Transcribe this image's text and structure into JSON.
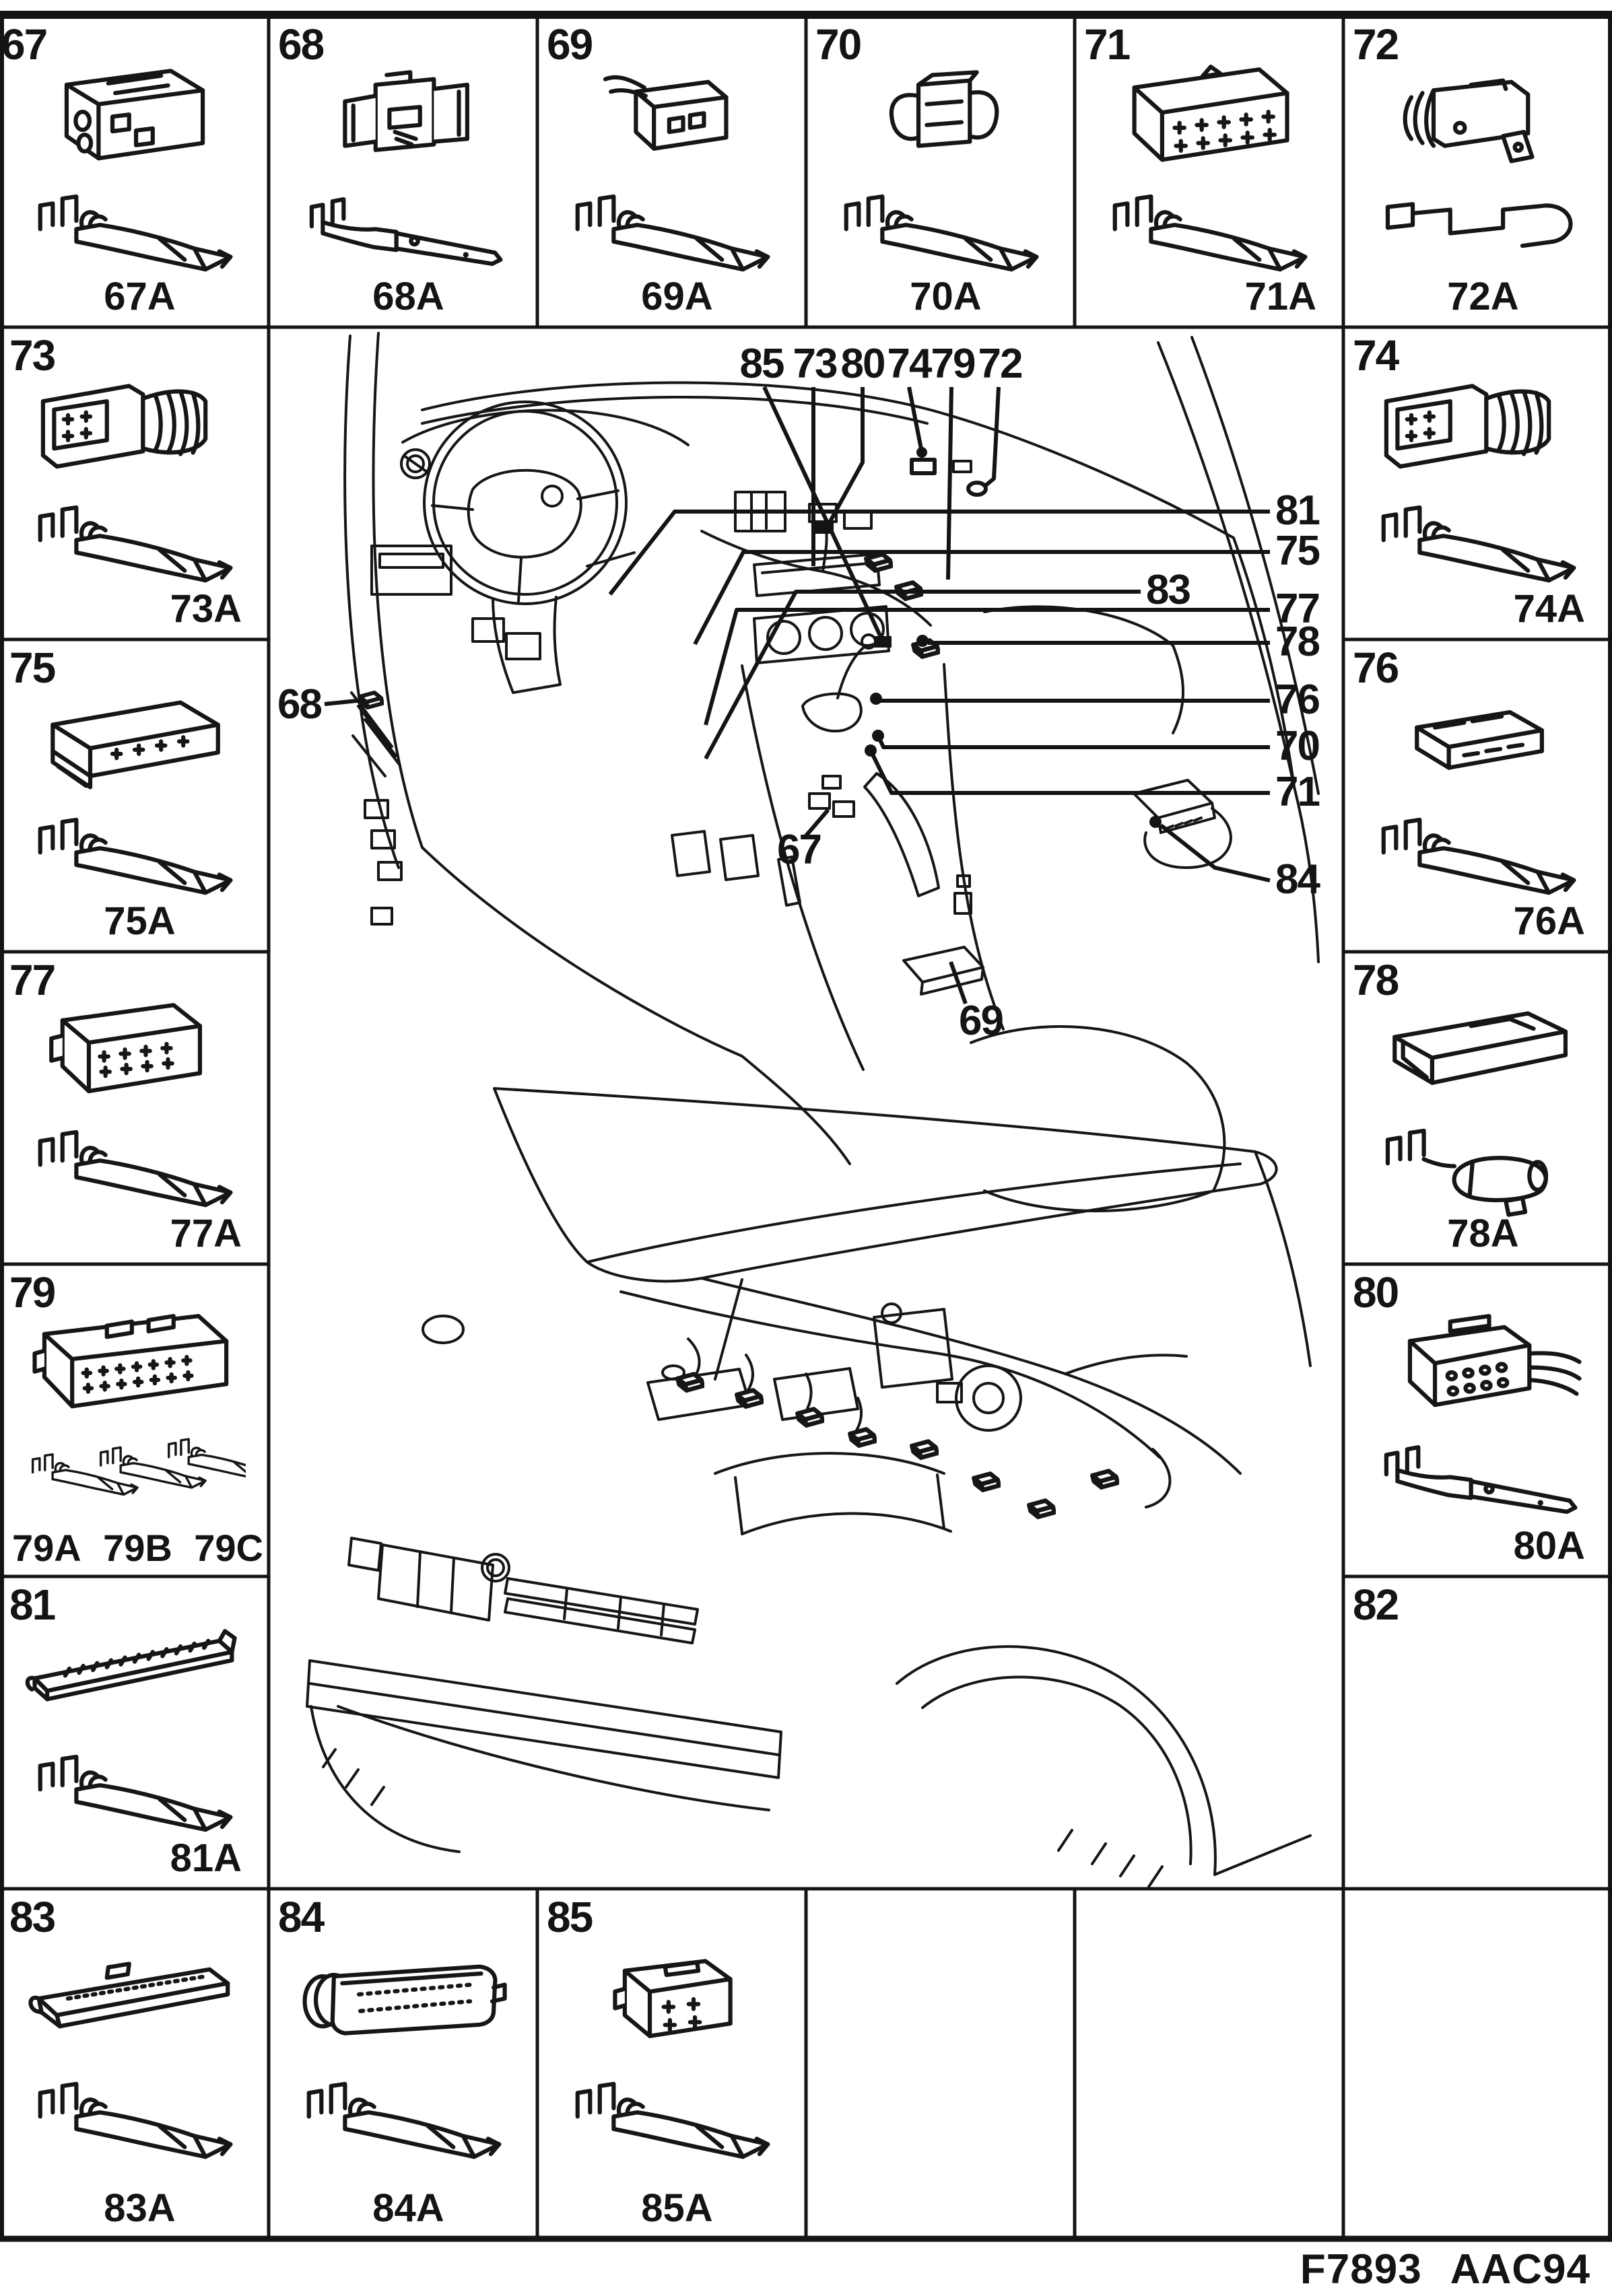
{
  "page": {
    "footer_left": "F7893",
    "footer_right": "AAC94"
  },
  "cells": {
    "c67": {
      "num": "67",
      "term": "67A"
    },
    "c68": {
      "num": "68",
      "term": "68A"
    },
    "c69": {
      "num": "69",
      "term": "69A"
    },
    "c70": {
      "num": "70",
      "term": "70A"
    },
    "c71": {
      "num": "71",
      "term": "71A"
    },
    "c72": {
      "num": "72",
      "term": "72A"
    },
    "c73": {
      "num": "73",
      "term": "73A"
    },
    "c74": {
      "num": "74",
      "term": "74A"
    },
    "c75": {
      "num": "75",
      "term": "75A"
    },
    "c76": {
      "num": "76",
      "term": "76A"
    },
    "c77": {
      "num": "77",
      "term": "77A"
    },
    "c78": {
      "num": "78",
      "term": "78A"
    },
    "c79": {
      "num": "79",
      "terms": [
        "79A",
        "79B",
        "79C"
      ]
    },
    "c80": {
      "num": "80",
      "term": "80A"
    },
    "c81": {
      "num": "81",
      "term": "81A"
    },
    "c82": {
      "num": "82"
    },
    "c83": {
      "num": "83",
      "term": "83A"
    },
    "c84": {
      "num": "84",
      "term": "84A"
    },
    "c85": {
      "num": "85",
      "term": "85A"
    }
  },
  "diagram": {
    "top": [
      "85",
      "73",
      "80",
      "74",
      "79",
      "72"
    ],
    "right": [
      "81",
      "75",
      "83",
      "77",
      "78",
      "76",
      "70",
      "71",
      "84"
    ],
    "left": [
      "68"
    ],
    "inner": [
      "67",
      "69"
    ]
  }
}
